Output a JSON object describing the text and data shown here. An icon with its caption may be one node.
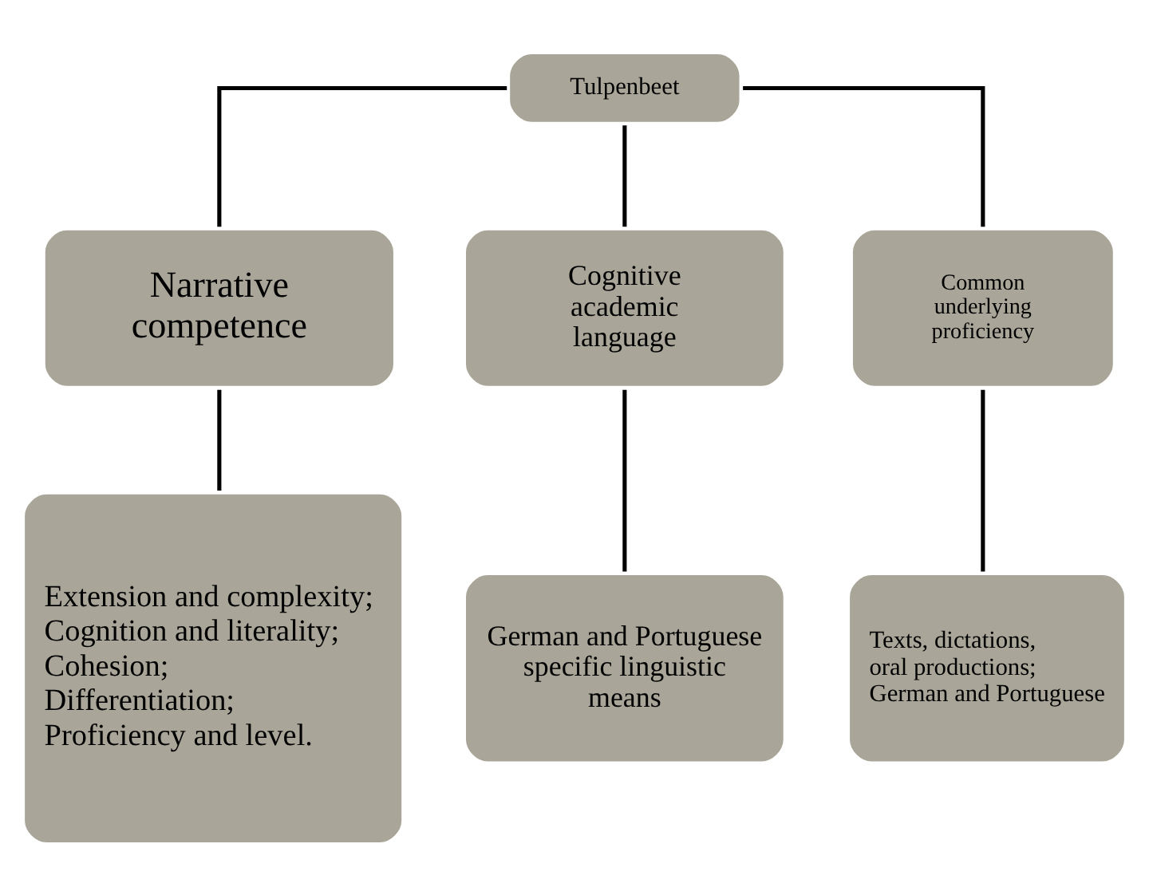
{
  "diagram": {
    "nodes": [
      {
        "text": [
          "Tulpenbeet"
        ]
      },
      {
        "text": [
          "Narrative competence"
        ]
      },
      {
        "text": [
          "Cognitive academic language"
        ]
      },
      {
        "text": [
          "Common underlying proficiency"
        ]
      },
      {
        "text": [
          "Extension and complexity;",
          "Cognition and literality;",
          "Cohesion;",
          "Differentiation;",
          "Proficiency and level."
        ]
      },
      {
        "text": [
          "German and Portuguese specific linguistic means"
        ]
      },
      {
        "text": [
          "Texts, dictations, oral productions;",
          "German and Portuguese"
        ]
      }
    ],
    "edges": [
      {
        "from": 0,
        "to": 1,
        "arrow": "none"
      },
      {
        "from": 0,
        "to": 2,
        "arrow": "none"
      },
      {
        "from": 0,
        "to": 3,
        "arrow": "none"
      },
      {
        "from": 1,
        "to": 4,
        "arrow": "none"
      },
      {
        "from": 2,
        "to": 5,
        "arrow": "none"
      },
      {
        "from": 3,
        "to": 6,
        "arrow": "none"
      }
    ]
  }
}
